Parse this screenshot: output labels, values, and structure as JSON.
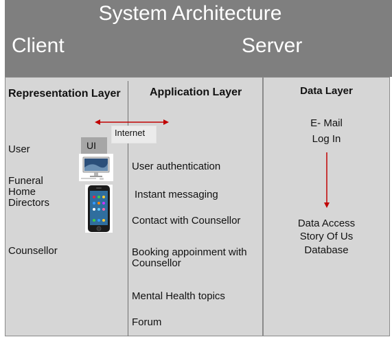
{
  "header": {
    "title": "System Architecture",
    "client": "Client",
    "server": "Server"
  },
  "layers": {
    "representation": "Representation Layer",
    "application": "Application Layer",
    "data": "Data Layer"
  },
  "internet_label": "Internet",
  "ui_label": "UI",
  "roles": [
    "User",
    "Funeral Home Directors",
    "Counsellor"
  ],
  "features": [
    "User authentication",
    "Instant messaging",
    "Contact with Counsellor",
    "Booking appoinment with Counsellor",
    "Mental Health topics",
    "Forum"
  ],
  "data_layer": {
    "email": "E- Mail",
    "login": "Log In",
    "access": "Data Access",
    "story": "Story Of Us",
    "database": "Database"
  },
  "colors": {
    "header_bg": "#7f7f7f",
    "panel_bg": "#d6d6d6",
    "arrow": "#c00000"
  },
  "icons": [
    "monitor-icon",
    "smartphone-icon"
  ]
}
